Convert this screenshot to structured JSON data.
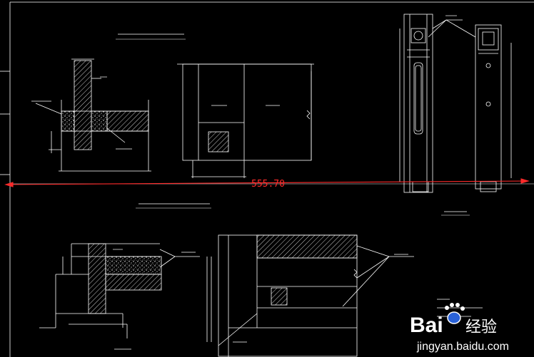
{
  "drawing": {
    "dimension_value": "555.70",
    "colors": {
      "background": "#000000",
      "line": "#ffffff",
      "dimension": "#ff2a2a"
    }
  },
  "watermark": {
    "brand_left": "Bai",
    "brand_right": "经验",
    "url": "jingyan.baidu.com",
    "icon": "paw-icon"
  }
}
